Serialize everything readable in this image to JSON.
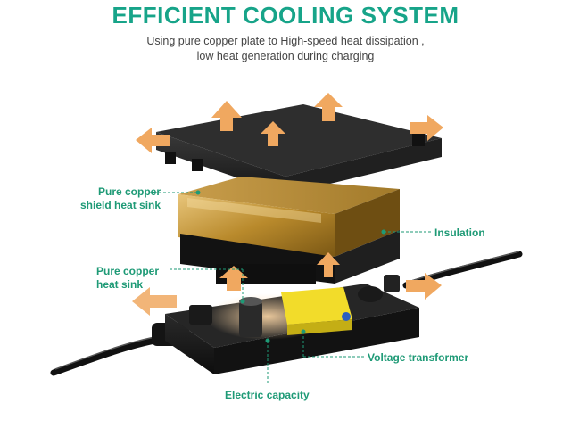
{
  "header": {
    "title": "EFFICIENT COOLING SYSTEM",
    "subtitle_line1": "Using pure copper plate to High-speed heat dissipation ,",
    "subtitle_line2": "low heat generation during charging"
  },
  "callouts": {
    "shield": {
      "line1": "Pure copper",
      "line2": "shield heat sink"
    },
    "insulation": "Insulation",
    "heat_sink": {
      "line1": "Pure copper",
      "line2": "heat sink"
    },
    "transformer": "Voltage transformer",
    "capacity": "Electric capacity"
  },
  "colors": {
    "accent": "#17a489",
    "label": "#1e9a76",
    "arrow": "#f0a860",
    "copper": "#b98a2c",
    "casing": "#1c1c1c",
    "component_yellow": "#f2dc2a"
  }
}
